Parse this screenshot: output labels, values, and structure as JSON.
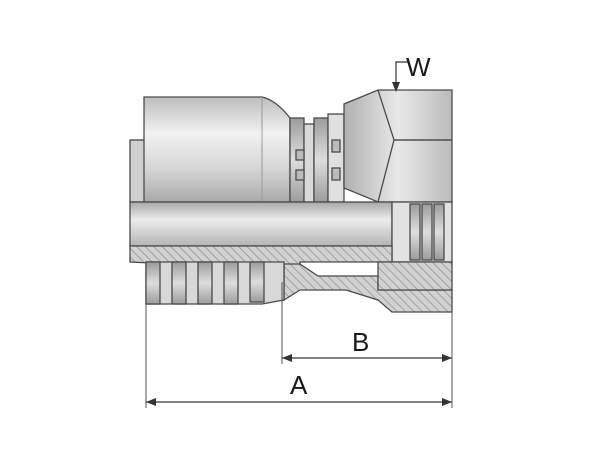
{
  "labels": {
    "w": "W",
    "a": "A",
    "b": "B"
  },
  "colors": {
    "metal_light": "#e6e6e6",
    "metal_mid": "#c9c9c9",
    "metal_dark": "#9a9a9a",
    "section_fill": "#cfcfcf",
    "hatch": "#8a8a8a",
    "line": "#333333"
  }
}
